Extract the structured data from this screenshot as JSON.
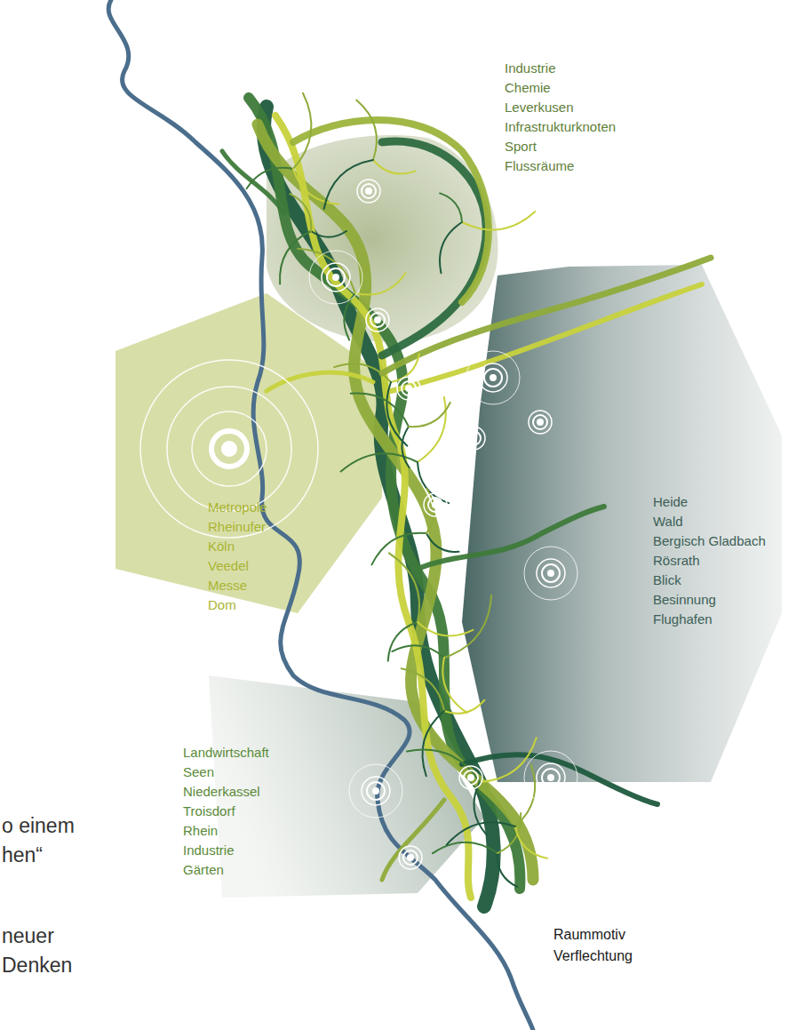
{
  "diagram": {
    "nodes": [
      {
        "text": [
          "Industrie",
          "Chemie",
          "Leverkusen",
          "Infrastrukturknoten",
          "Sport",
          "Flussräume"
        ]
      },
      {
        "text": [
          "Metropole",
          "Rheinufer",
          "Köln",
          "Veedel",
          "Messe",
          "Dom"
        ]
      },
      {
        "text": [
          "Heide",
          "Wald",
          "Bergisch Gladbach",
          "Rösrath",
          "Blick",
          "Besinnung",
          "Flughafen"
        ]
      },
      {
        "text": [
          "Landwirtschaft",
          "Seen",
          "Niederkassel",
          "Troisdorf",
          "Rhein",
          "Industrie",
          "Gärten"
        ]
      }
    ],
    "edges": [],
    "labels": [
      "Raummotiv Verflechtung",
      "o einem",
      "hen“",
      "neuer",
      "Denken"
    ]
  }
}
